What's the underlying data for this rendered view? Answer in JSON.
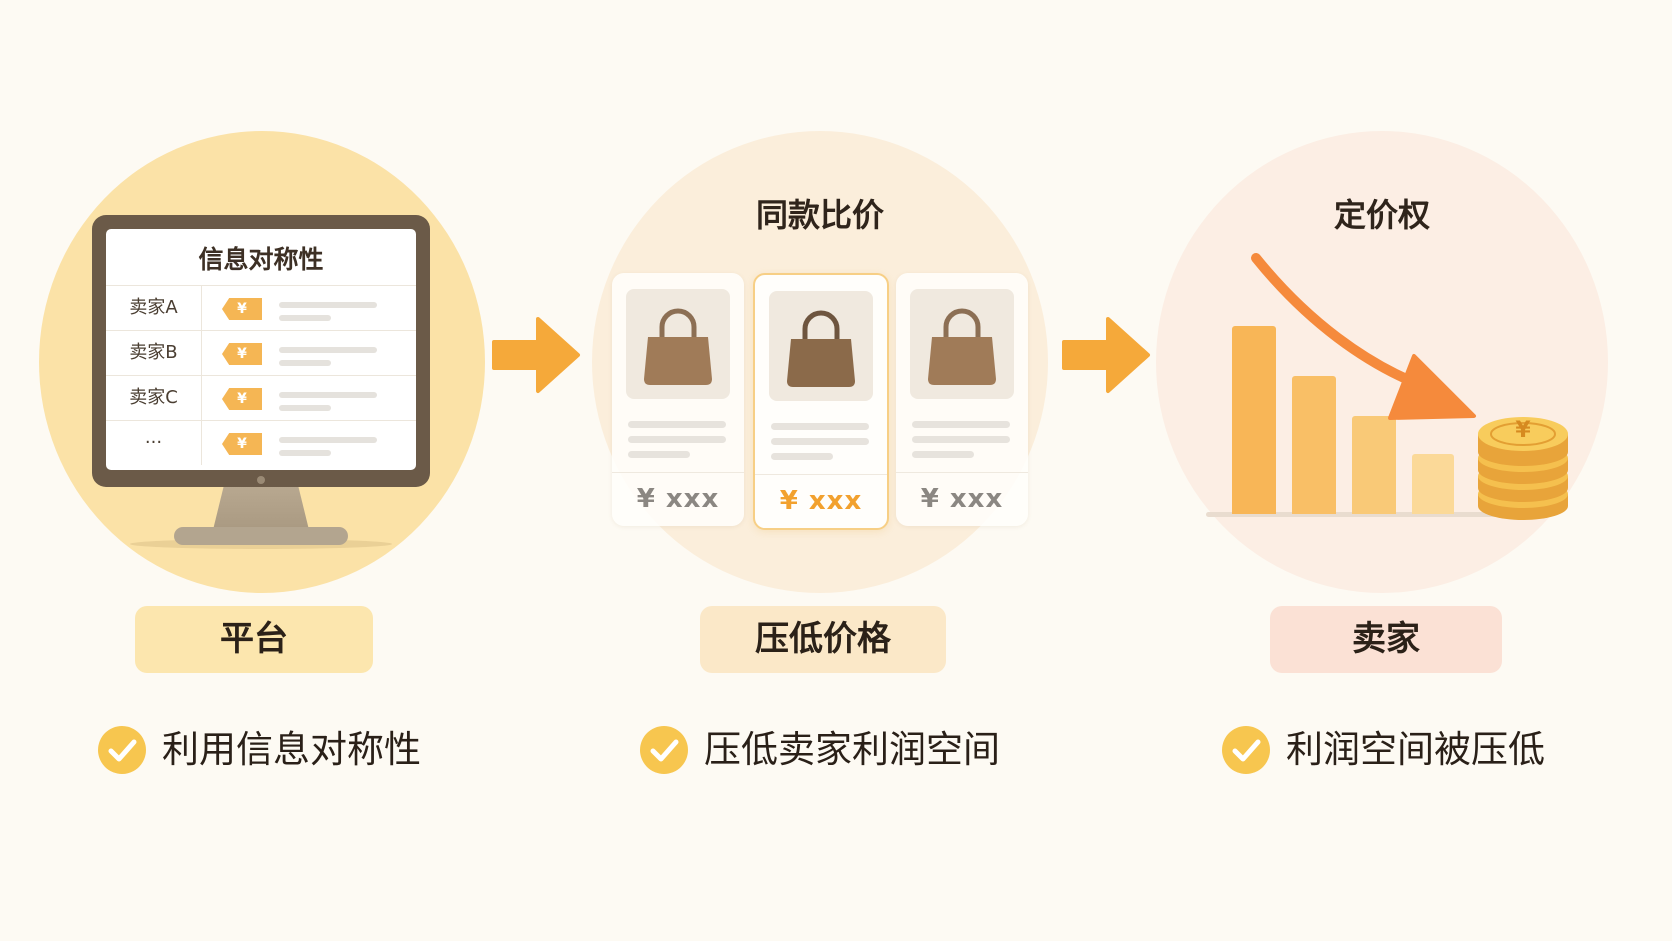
{
  "platform": {
    "screen_title": "信息对称性",
    "sellers": [
      {
        "name": "卖家A",
        "tag": "¥"
      },
      {
        "name": "卖家B",
        "tag": "¥"
      },
      {
        "name": "卖家C",
        "tag": "¥"
      },
      {
        "name": "···",
        "tag": "¥"
      }
    ],
    "label": "平台",
    "check": "利用信息对称性"
  },
  "compare": {
    "title": "同款比价",
    "cards": [
      {
        "price": "¥ xxx"
      },
      {
        "price": "¥ xxx"
      },
      {
        "price": "¥ xxx"
      }
    ],
    "label": "压低价格",
    "check": "压低卖家利润空间"
  },
  "pricing": {
    "title": "定价权",
    "coin_symbol": "¥",
    "label": "卖家",
    "check": "利润空间被压低"
  },
  "colors": {
    "accent_orange": "#f5a623",
    "check_yellow": "#f7c64f",
    "bar_orange": "#f8b657",
    "bag_brown": "#8b6a4a"
  },
  "icons": [
    "monitor-icon",
    "arrow-right-icon",
    "shopping-bag-icon",
    "trend-down-arrow-icon",
    "coin-stack-icon",
    "check-circle-icon"
  ]
}
